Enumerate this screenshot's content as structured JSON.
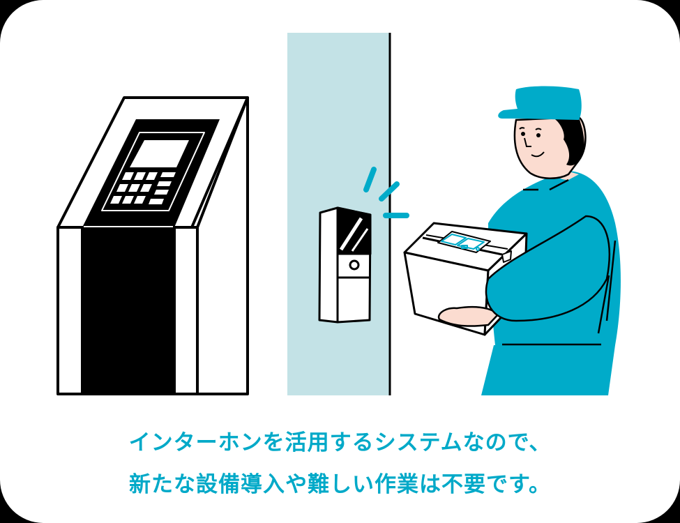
{
  "caption": {
    "line1": "インターホンを活用するシステムなので、",
    "line2": "新たな設備導入や難しい作業は不要です。",
    "color": "#00a9c8"
  },
  "illustration": {
    "elements": [
      "delivery-locker-kiosk",
      "wall-pillar",
      "intercom-doorbell",
      "ringing-indicator",
      "delivery-worker",
      "parcel-box"
    ]
  },
  "colors": {
    "background": "#000000",
    "card": "#ffffff",
    "pillar": "#c3e2e6",
    "accent": "#00abc9",
    "skin": "#fbdcd0",
    "ink": "#000000"
  }
}
